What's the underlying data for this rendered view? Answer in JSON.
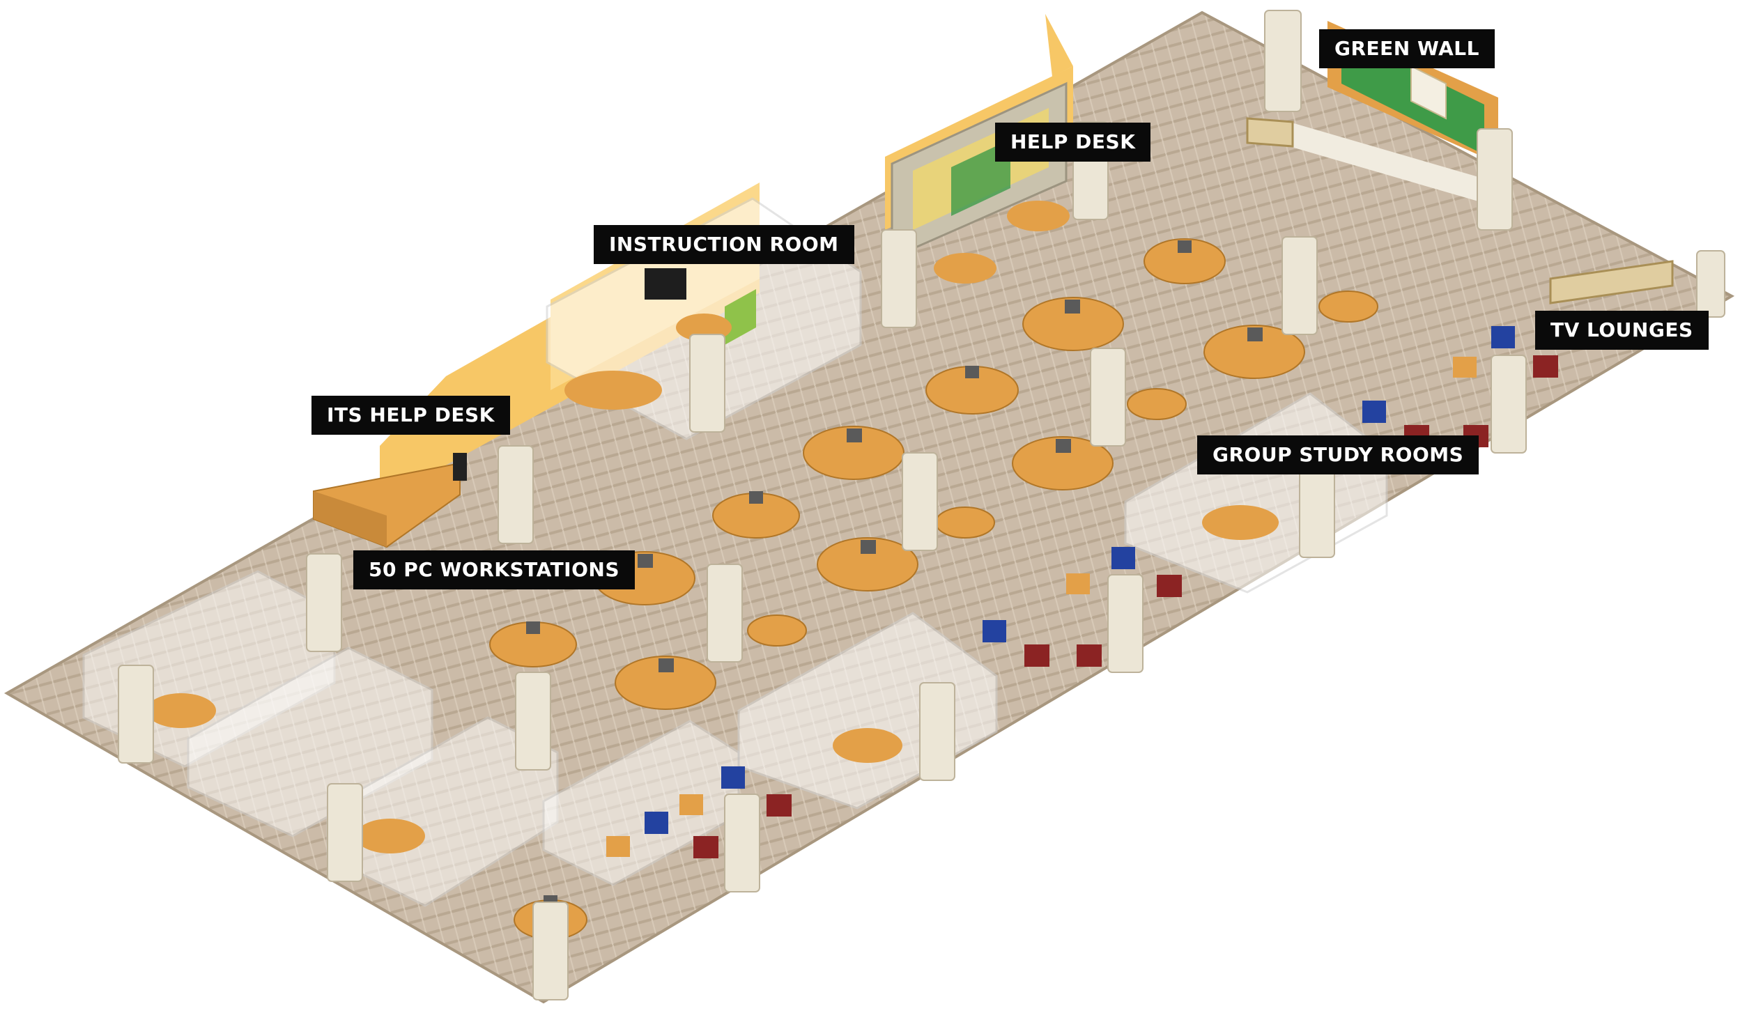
{
  "labels": {
    "green_wall": "GREEN WALL",
    "help_desk": "HELP DESK",
    "instruction_room": "INSTRUCTION ROOM",
    "tv_lounges": "TV LOUNGES",
    "its_help_desk": "ITS HELP DESK",
    "group_study_rooms": "GROUP STUDY ROOMS",
    "pc_workstations": "50 PC WORKSTATIONS"
  },
  "colors": {
    "floor": "#cbbba8",
    "floor_edge": "#a8977f",
    "wall_yellow": "#f7c766",
    "wood": "#e3a048",
    "green": "#3f9b48",
    "column": "#ece6d6",
    "chair_red": "#8b2323",
    "chair_blue": "#2342a0",
    "label_bg": "#0a0a0a",
    "label_text": "#ffffff"
  }
}
